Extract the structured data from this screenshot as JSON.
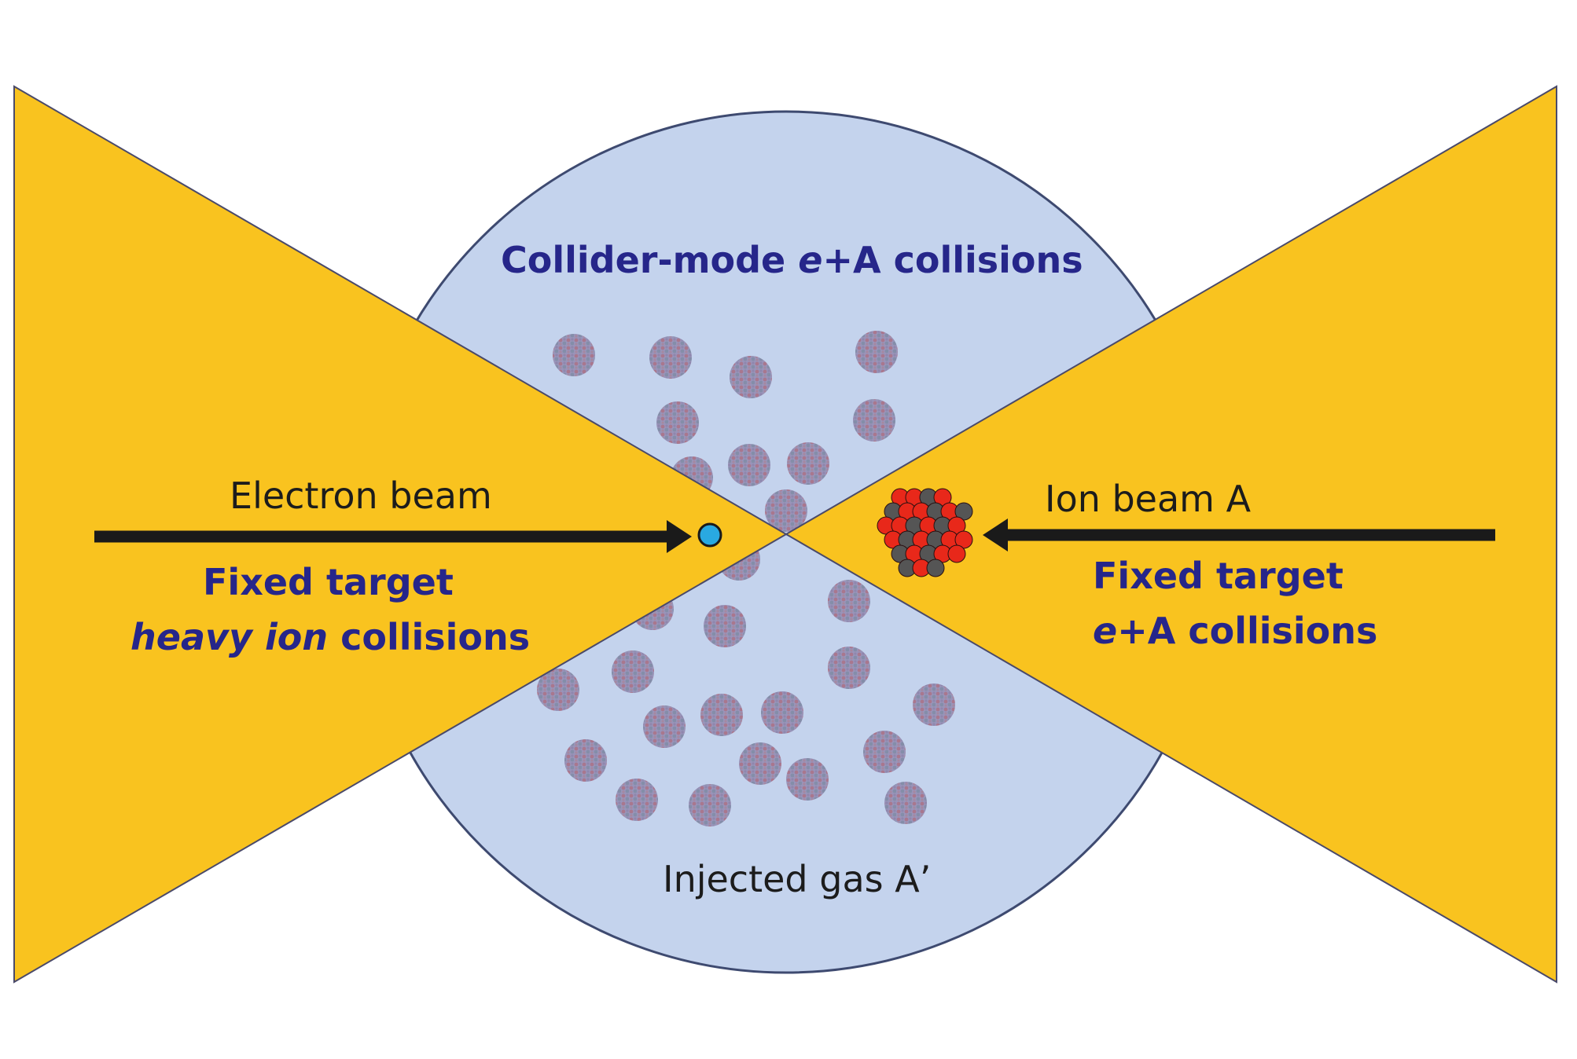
{
  "colors": {
    "background": "#ffffff",
    "wedge": "#f9c31f",
    "wedge_edge": "#4a4a6a",
    "gas_circle": "#c4d3ed",
    "gas_edge": "#3e4a70",
    "label_blue": "#26268a",
    "label_dark": "#1c1c1c",
    "arrow": "#1a1a1a",
    "electron": "#29a9e1",
    "nucleon_red": "#e8281a",
    "nucleon_gray": "#555555",
    "gas_nucleus": "#8f7fa6"
  },
  "labels": {
    "collider_pre": "Collider-mode ",
    "collider_em": "e+",
    "collider_post": "A collisions",
    "electron_beam": "Electron beam",
    "fixed_left_l1": "Fixed target",
    "fixed_left_l2_em": "heavy ion",
    "fixed_left_l2_post": " collisions",
    "ion_beam": "Ion beam A",
    "fixed_right_l1": "Fixed target",
    "fixed_right_l2_em": "e+",
    "fixed_right_l2_post": "A collisions",
    "injected_gas": "Injected gas A’"
  },
  "icons": {
    "electron": "electron-dot-icon",
    "ion": "heavy-nucleus-icon",
    "gas": "gas-nucleus-icon"
  }
}
